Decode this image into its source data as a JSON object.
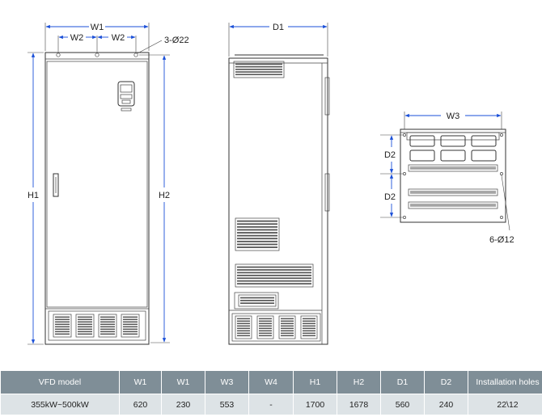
{
  "drawing": {
    "front": {
      "w1": "W1",
      "w2a": "W2",
      "w2b": "W2",
      "holes": "3-Ø22",
      "h1": "H1",
      "h2": "H2"
    },
    "side": {
      "d1": "D1"
    },
    "mount": {
      "w3": "W3",
      "d2a": "D2",
      "d2b": "D2",
      "holes": "6-Ø12"
    }
  },
  "table": {
    "headers": [
      "VFD model",
      "W1",
      "W1",
      "W3",
      "W4",
      "H1",
      "H2",
      "D1",
      "D2",
      "Installation holes"
    ],
    "rows": [
      [
        "355kW~500kW",
        "620",
        "230",
        "553",
        "-",
        "1700",
        "1678",
        "560",
        "240",
        "22\\12"
      ]
    ]
  }
}
